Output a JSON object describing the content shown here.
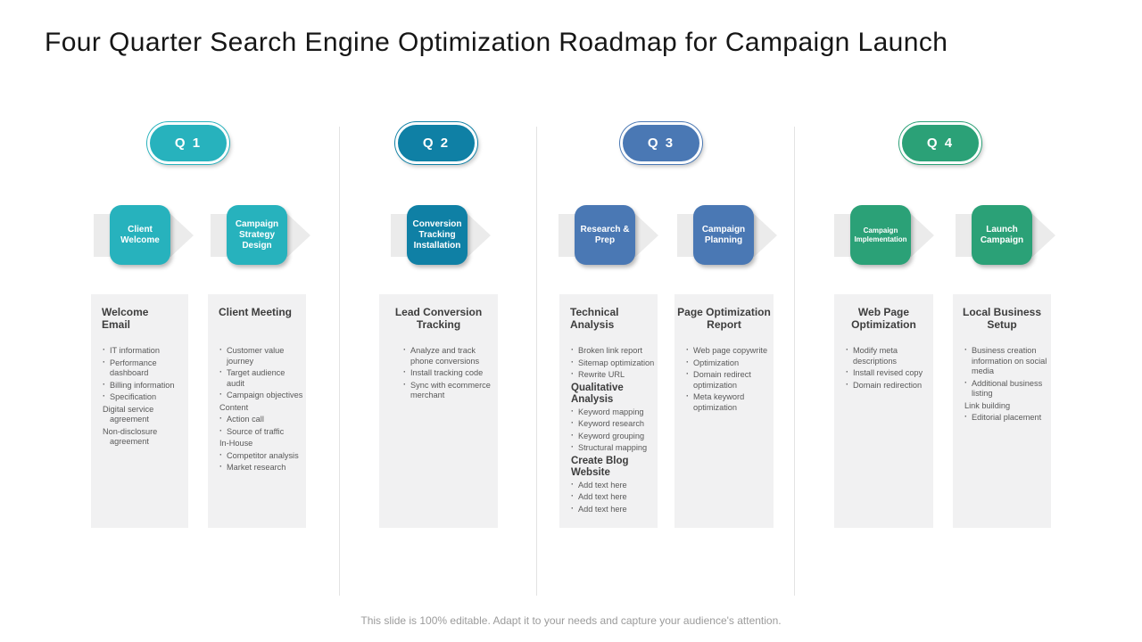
{
  "title": "Four Quarter Search Engine Optimization Roadmap for Campaign Launch",
  "footer": "This slide is 100% editable. Adapt it to your needs and capture your audience's attention.",
  "quarters": [
    {
      "label": "Q 1",
      "color": "#27b2bd",
      "steps": [
        {
          "label": "Client Welcome"
        },
        {
          "label": "Campaign Strategy Design"
        }
      ],
      "columns": [
        {
          "heading": "Welcome Email",
          "align": "left",
          "items": [
            {
              "type": "bullet",
              "text": "IT information"
            },
            {
              "type": "bullet",
              "text": "Performance dashboard"
            },
            {
              "type": "bullet",
              "text": "Billing information"
            },
            {
              "type": "bullet",
              "text": "Specification"
            },
            {
              "type": "plain",
              "text": "Digital service agreement"
            },
            {
              "type": "plain",
              "text": "Non-disclosure agreement"
            }
          ]
        },
        {
          "heading": "Client Meeting",
          "align": "left",
          "items": [
            {
              "type": "bullet",
              "text": "Customer value journey"
            },
            {
              "type": "bullet",
              "text": "Target audience audit"
            },
            {
              "type": "bullet",
              "text": "Campaign objectives"
            },
            {
              "type": "plain",
              "text": "Content"
            },
            {
              "type": "bullet",
              "text": "Action call"
            },
            {
              "type": "bullet",
              "text": "Source of traffic"
            },
            {
              "type": "plain",
              "text": "In-House"
            },
            {
              "type": "bullet",
              "text": "Competitor analysis"
            },
            {
              "type": "bullet",
              "text": "Market research"
            }
          ]
        }
      ]
    },
    {
      "label": "Q 2",
      "color": "#0f80a5",
      "steps": [
        {
          "label": "Conversion Tracking Installation"
        }
      ],
      "columns": [
        {
          "heading": "Lead Conversion Tracking",
          "align": "center",
          "items": [
            {
              "type": "bullet",
              "text": "Analyze and track phone conversions"
            },
            {
              "type": "bullet",
              "text": "Install tracking code"
            },
            {
              "type": "bullet",
              "text": "Sync with ecommerce merchant"
            }
          ]
        }
      ]
    },
    {
      "label": "Q 3",
      "color": "#4a78b4",
      "steps": [
        {
          "label": "Research & Prep"
        },
        {
          "label": "Campaign Planning"
        }
      ],
      "columns": [
        {
          "heading": "Technical Analysis",
          "align": "left",
          "items": [
            {
              "type": "bullet",
              "text": "Broken link report"
            },
            {
              "type": "bullet",
              "text": "Sitemap optimization"
            },
            {
              "type": "bullet",
              "text": "Rewrite URL"
            },
            {
              "type": "subhead",
              "text": "Qualitative Analysis"
            },
            {
              "type": "bullet",
              "text": "Keyword mapping"
            },
            {
              "type": "bullet",
              "text": "Keyword research"
            },
            {
              "type": "bullet",
              "text": "Keyword grouping"
            },
            {
              "type": "bullet",
              "text": "Structural mapping"
            },
            {
              "type": "subhead",
              "text": "Create Blog Website"
            },
            {
              "type": "bullet",
              "text": "Add text here"
            },
            {
              "type": "bullet",
              "text": "Add text here"
            },
            {
              "type": "bullet",
              "text": "Add text here"
            }
          ]
        },
        {
          "heading": "Page Optimization Report",
          "align": "center",
          "items": [
            {
              "type": "bullet",
              "text": "Web page copywrite"
            },
            {
              "type": "bullet",
              "text": "Optimization"
            },
            {
              "type": "bullet",
              "text": "Domain redirect optimization"
            },
            {
              "type": "bullet",
              "text": "Meta keyword optimization"
            }
          ]
        }
      ]
    },
    {
      "label": "Q 4",
      "color": "#2ba177",
      "steps": [
        {
          "label": "Campaign Implementation"
        },
        {
          "label": "Launch Campaign"
        }
      ],
      "columns": [
        {
          "heading": "Web Page Optimization",
          "align": "center",
          "items": [
            {
              "type": "bullet",
              "text": "Modify meta descriptions"
            },
            {
              "type": "bullet",
              "text": "Install revised copy"
            },
            {
              "type": "bullet",
              "text": "Domain redirection"
            }
          ]
        },
        {
          "heading": "Local Business Setup",
          "align": "center",
          "items": [
            {
              "type": "bullet",
              "text": "Business creation information on social media"
            },
            {
              "type": "bullet",
              "text": "Additional business listing"
            },
            {
              "type": "plain",
              "text": "Link building"
            },
            {
              "type": "bullet",
              "text": "Editorial placement"
            }
          ]
        }
      ]
    }
  ]
}
